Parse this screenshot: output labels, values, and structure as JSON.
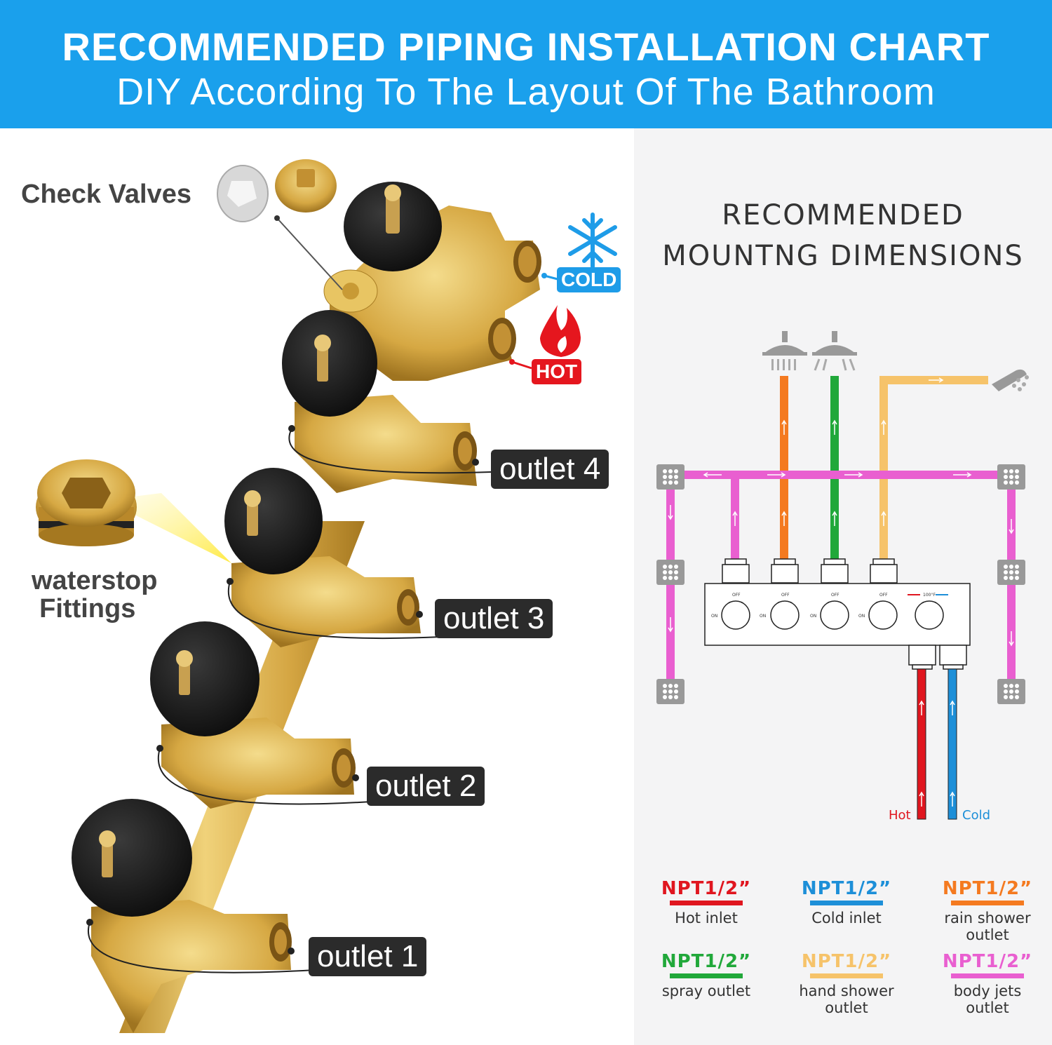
{
  "header": {
    "title": "RECOMMENDED PIPING INSTALLATION CHART",
    "subtitle": "DIY According To The Layout Of The Bathroom"
  },
  "left": {
    "check_valves_label": "Check Valves",
    "waterstop_label_1": "waterstop",
    "waterstop_label_2": "Fittings",
    "cold_badge": "COLD",
    "hot_badge": "HOT",
    "outlets": [
      "outlet 4",
      "outlet 3",
      "outlet 2",
      "outlet 1"
    ]
  },
  "right": {
    "title_line_1": "RECOMMENDED",
    "title_line_2": "MOUNTNG DIMENSIONS",
    "hot_label": "Hot",
    "cold_label": "Cold",
    "handle_labels": {
      "off": "OFF",
      "on": "ON",
      "temp": "100°F"
    }
  },
  "specs": [
    {
      "code": "NPT1/2”",
      "label": "Hot inlet",
      "color": "#e0161f"
    },
    {
      "code": "NPT1/2”",
      "label": "Cold inlet",
      "color": "#1d8fd8"
    },
    {
      "code": "NPT1/2”",
      "label": "rain shower outlet",
      "color": "#f47a20"
    },
    {
      "code": "NPT1/2”",
      "label": "spray outlet",
      "color": "#21a83a"
    },
    {
      "code": "NPT1/2”",
      "label": "hand shower outlet",
      "color": "#f6c36a"
    },
    {
      "code": "NPT1/2”",
      "label": "body jets outlet",
      "color": "#e95fd0"
    }
  ],
  "colors": {
    "header_bg": "#1aa0ec",
    "brass": "#d8ac45",
    "knob": "#1d1d1d",
    "tag_bg": "#2b2b2b",
    "hot": "#e0161f",
    "cold": "#1d8fd8",
    "rain": "#f47a20",
    "spray": "#21a83a",
    "hand": "#f6c36a",
    "body_jets": "#e95fd0"
  },
  "icons": [
    "snowflake-icon",
    "flame-icon",
    "rain-shower-head-icon",
    "spray-shower-head-icon",
    "hand-shower-icon",
    "body-jet-icon"
  ]
}
